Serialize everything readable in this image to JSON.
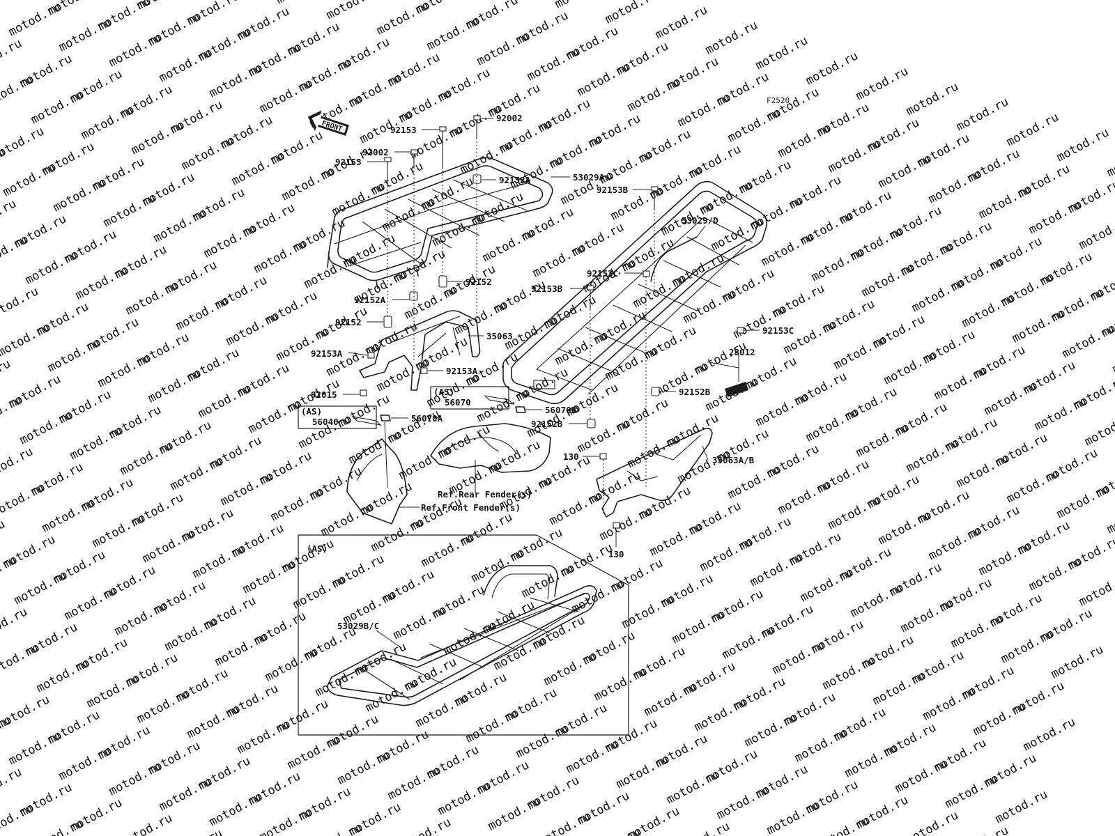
{
  "diagram": {
    "code": "F2520",
    "front_label": "FRONT",
    "watermark": "motod.ru",
    "parts": {
      "p92002_top": "92002",
      "p92153_top": "92153",
      "p92002_left": "92002",
      "p92153_left": "92153",
      "p53029A": "53029A",
      "p92152A_right": "92152A",
      "p92152_right": "92152",
      "p92152A_left": "92152A",
      "p92152_left": "92152",
      "p35063": "35063",
      "p92153A_left": "92153A",
      "p92153A_right": "92153A",
      "p92015": "92015",
      "as_box1": "(AS)",
      "p56070": "56070",
      "p56070B": "56070B",
      "as_box2": "(AS)",
      "p56040": "56040",
      "p56070A": "56070A",
      "ref_rear": "Ref.Rear Fender(s)",
      "ref_front": "Ref.Front Fender(s)",
      "p53029D": "53029/D",
      "p92153B_top": "92153B",
      "p92153C_top": "92153C",
      "p92153B_mid": "92153B",
      "p92153C_right": "92153C",
      "p28012": "28012",
      "p92152B_right": "92152B",
      "p92152B_left": "92152B",
      "p130_top": "130",
      "p35063AB": "35063A/B",
      "p130_bottom": "130",
      "as_panel": "(AS)",
      "p53029BC": "53029B/C"
    }
  }
}
